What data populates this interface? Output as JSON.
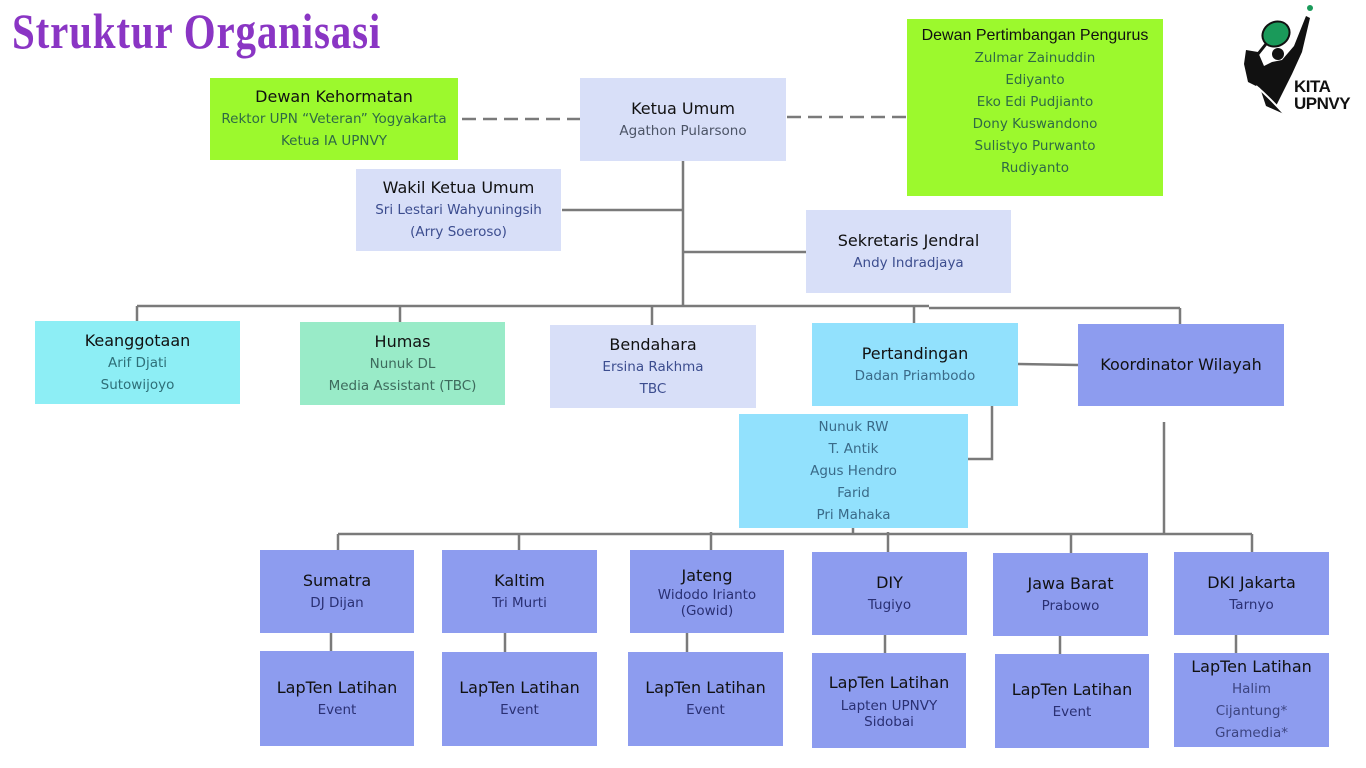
{
  "title": "Struktur Organisasi",
  "logo": {
    "line1": "KITA",
    "line2": "UPNVY",
    "icon": "tennis-player-icon"
  },
  "colors": {
    "title": "#8a35c4",
    "advisory": "#9cf92d",
    "leadership": "#d8dff8",
    "membership": "#8deef5",
    "public_relations": "#99ebc8",
    "competition": "#92e1fd",
    "regional": "#8d9cef",
    "connector": "#7a7a7a"
  },
  "dewan_kehormatan": {
    "title": "Dewan Kehormatan",
    "members": [
      "Rektor UPN “Veteran” Yogyakarta",
      "Ketua IA UPNVY"
    ]
  },
  "ketua_umum": {
    "title": "Ketua Umum",
    "members": [
      "Agathon Pularsono"
    ]
  },
  "dewan_pertimbangan": {
    "title": "Dewan Pertimbangan Pengurus",
    "members": [
      "Zulmar Zainuddin",
      "Ediyanto",
      "Eko Edi Pudjianto",
      "Dony Kuswandono",
      "Sulistyo Purwanto",
      "Rudiyanto"
    ]
  },
  "wakil_ketua": {
    "title": "Wakil Ketua Umum",
    "members": [
      "Sri Lestari Wahyuningsih",
      "(Arry Soeroso)"
    ]
  },
  "sekjen": {
    "title": "Sekretaris Jendral",
    "members": [
      "Andy Indradjaya"
    ]
  },
  "divisions": {
    "keanggotaan": {
      "title": "Keanggotaan",
      "members": [
        "Arif Djati",
        "Sutowijoyo"
      ]
    },
    "humas": {
      "title": "Humas",
      "members": [
        "Nunuk DL",
        "Media Assistant (TBC)"
      ]
    },
    "bendahara": {
      "title": "Bendahara",
      "members": [
        "Ersina Rakhma",
        "TBC"
      ]
    },
    "pertandingan": {
      "title": "Pertandingan",
      "members": [
        "Dadan Priambodo"
      ]
    },
    "korwil": {
      "title": "Koordinator Wilayah"
    }
  },
  "pertandingan_team": {
    "members": [
      "Nunuk RW",
      "T. Antik",
      "Agus Hendro",
      "Farid",
      "Pri Mahaka"
    ]
  },
  "regions": [
    {
      "title": "Sumatra",
      "members": [
        "DJ Dijan"
      ],
      "venue": {
        "title": "LapTen Latihan",
        "items": [
          "Event"
        ]
      }
    },
    {
      "title": "Kaltim",
      "members": [
        "Tri Murti"
      ],
      "venue": {
        "title": "LapTen Latihan",
        "items": [
          "Event"
        ]
      }
    },
    {
      "title": "Jateng",
      "members": [
        "Widodo Irianto",
        "(Gowid)"
      ],
      "venue": {
        "title": "LapTen Latihan",
        "items": [
          "Event"
        ]
      }
    },
    {
      "title": "DIY",
      "members": [
        "Tugiyo"
      ],
      "venue": {
        "title": "LapTen Latihan",
        "items": [
          "Lapten UPNVY",
          "Sidobai"
        ]
      }
    },
    {
      "title": "Jawa Barat",
      "members": [
        "Prabowo"
      ],
      "venue": {
        "title": "LapTen Latihan",
        "items": [
          "Event"
        ]
      }
    },
    {
      "title": "DKI Jakarta",
      "members": [
        "Tarnyo"
      ],
      "venue": {
        "title": "LapTen Latihan",
        "items": [
          "Halim",
          "Cijantung*",
          "Gramedia*"
        ]
      }
    }
  ]
}
